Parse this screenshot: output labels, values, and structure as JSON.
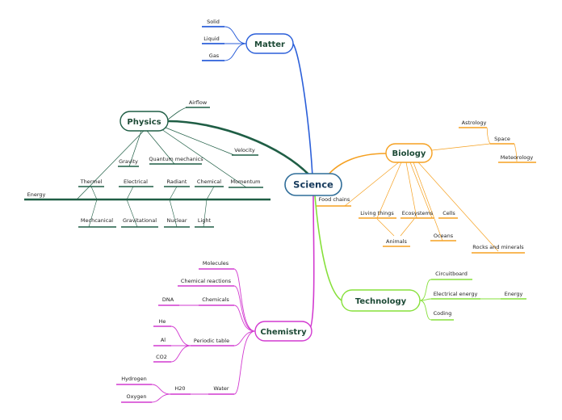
{
  "colors": {
    "root": "#2f6d99",
    "matter": "#2b5fd9",
    "physics": "#1f5e45",
    "biology": "#f5a020",
    "technology": "#86e03a",
    "chemistry": "#d23ad0"
  },
  "root": {
    "label": "Science"
  },
  "matter": {
    "label": "Matter",
    "children": [
      "Solid",
      "Liquid",
      "Gas"
    ]
  },
  "physics": {
    "label": "Physics",
    "children": [
      "Airflow",
      "Velocity",
      "Gravity",
      "Quantum mechanics",
      "Momentum"
    ],
    "energy": {
      "label": "Energy",
      "top": [
        "Thermel",
        "Electrical",
        "Radiant",
        "Chemical"
      ],
      "bottom": [
        "Mechcanical",
        "Gravitational",
        "Nuclear",
        "Light"
      ]
    }
  },
  "biology": {
    "label": "Biology",
    "children": [
      "Food chains",
      "Living things",
      "Ecosystems",
      "Cells",
      "Oceans",
      "Rocks and minerals"
    ],
    "animals": "Animals",
    "space": {
      "label": "Space",
      "children": [
        "Astrology",
        "Meteorology"
      ]
    }
  },
  "technology": {
    "label": "Technology",
    "children": [
      "Circuitboard",
      "Electrical energy",
      "Coding"
    ],
    "energy": "Energy"
  },
  "chemistry": {
    "label": "Chemistry",
    "children": [
      "Molecules",
      "Chemical reactions",
      "Chemicals",
      "Periodic table",
      "Water"
    ],
    "chemicals_children": [
      "DNA"
    ],
    "periodic_children": [
      "He",
      "Al",
      "CO2"
    ],
    "water_child": "H20",
    "h20_children": [
      "Hydrogen",
      "Oxygen"
    ]
  }
}
